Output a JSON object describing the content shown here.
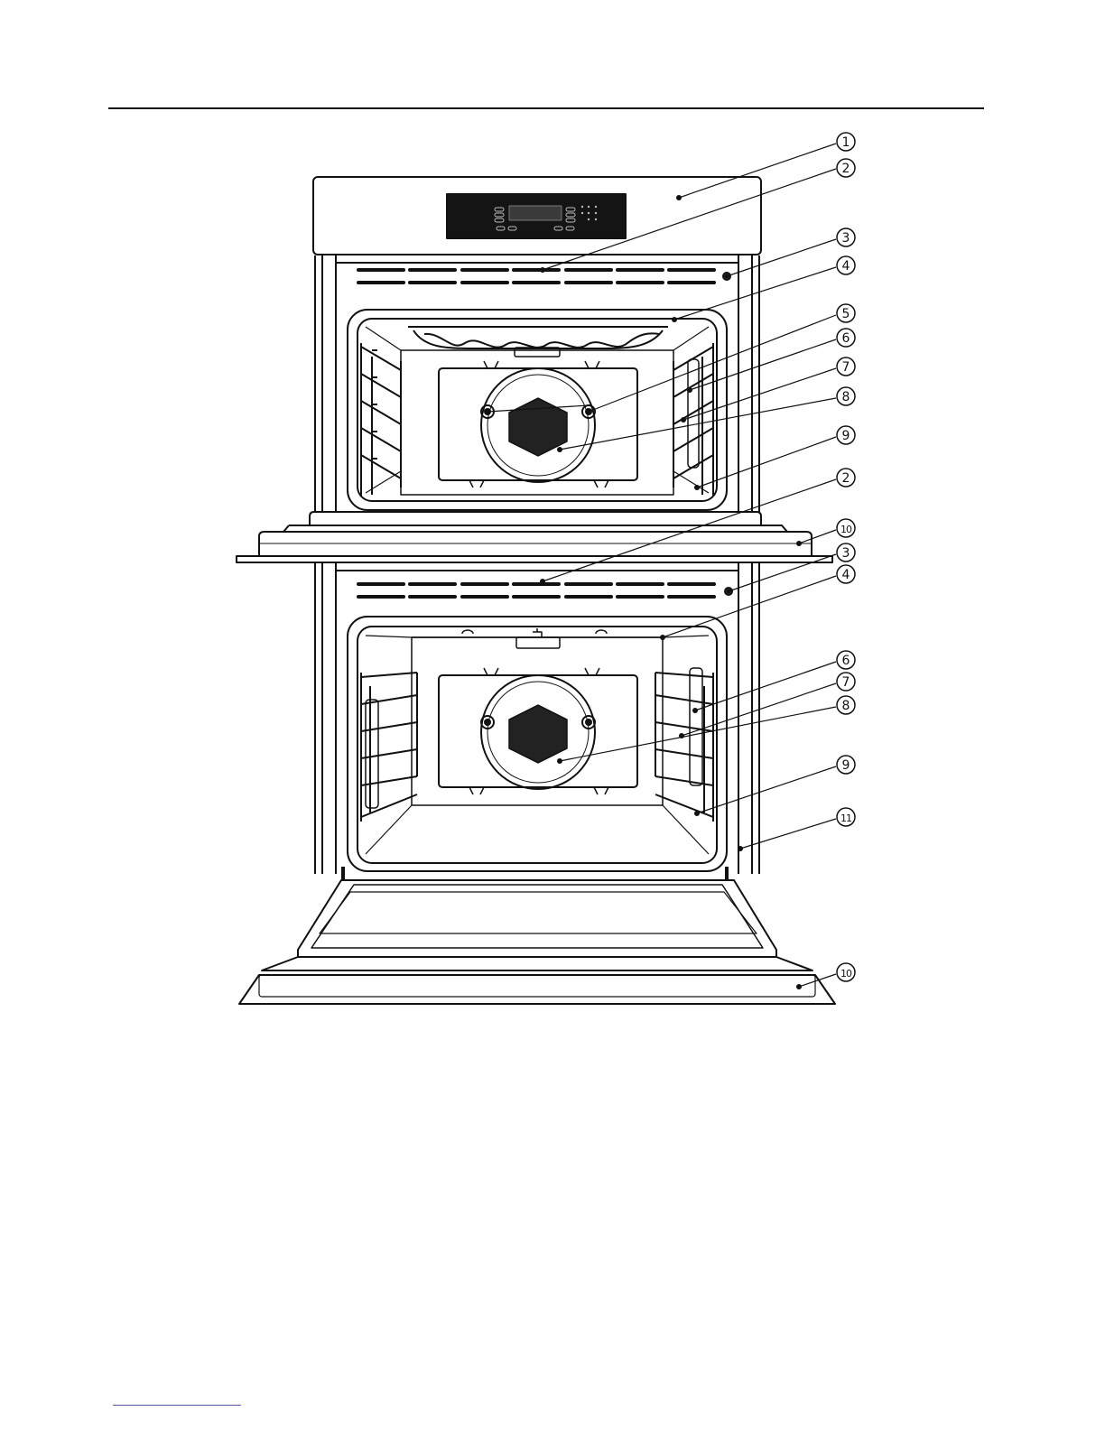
{
  "callouts": [
    {
      "id": "c1",
      "label": "1"
    },
    {
      "id": "c2a",
      "label": "2"
    },
    {
      "id": "c3a",
      "label": "3"
    },
    {
      "id": "c4a",
      "label": "4"
    },
    {
      "id": "c5",
      "label": "5"
    },
    {
      "id": "c6a",
      "label": "6"
    },
    {
      "id": "c7a",
      "label": "7"
    },
    {
      "id": "c8a",
      "label": "8"
    },
    {
      "id": "c9a",
      "label": "9"
    },
    {
      "id": "c2b",
      "label": "2"
    },
    {
      "id": "c10a",
      "label": "10"
    },
    {
      "id": "c3b",
      "label": "3"
    },
    {
      "id": "c4b",
      "label": "4"
    },
    {
      "id": "c6b",
      "label": "6"
    },
    {
      "id": "c7b",
      "label": "7"
    },
    {
      "id": "c8b",
      "label": "8"
    },
    {
      "id": "c9b",
      "label": "9"
    },
    {
      "id": "c11",
      "label": "11"
    },
    {
      "id": "c10b",
      "label": "10"
    }
  ]
}
